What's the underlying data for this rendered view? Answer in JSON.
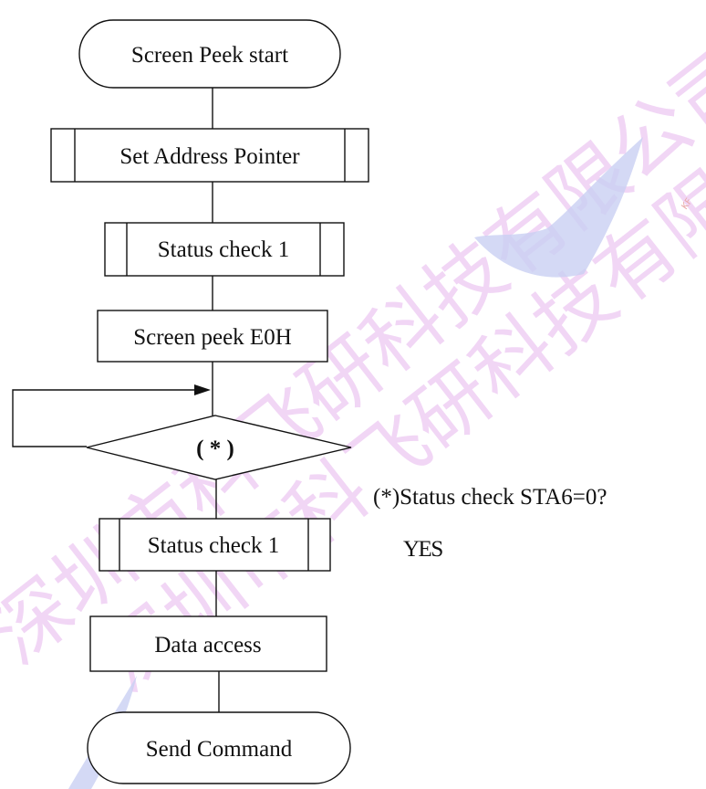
{
  "diagram": {
    "nodes": [
      {
        "id": "start",
        "shape": "terminal",
        "label": "Screen Peek start"
      },
      {
        "id": "set_address",
        "shape": "subprocess",
        "label": "Set Address Pointer"
      },
      {
        "id": "status1",
        "shape": "subprocess",
        "label": "Status check 1"
      },
      {
        "id": "peek",
        "shape": "process",
        "label": "Screen peek E0H"
      },
      {
        "id": "decision",
        "shape": "decision",
        "label": "( * )"
      },
      {
        "id": "status2",
        "shape": "subprocess",
        "label": "Status check 1"
      },
      {
        "id": "access",
        "shape": "process",
        "label": "Data access"
      },
      {
        "id": "end",
        "shape": "terminal",
        "label": "Send Command"
      }
    ],
    "notes": {
      "condition": "(*)Status check STA6=0?",
      "yes": "YES"
    }
  },
  "watermark": {
    "text": "深圳市科飞研科技有限公司",
    "color": "#e7b6ee",
    "logo_color": "#c9d0f2"
  }
}
